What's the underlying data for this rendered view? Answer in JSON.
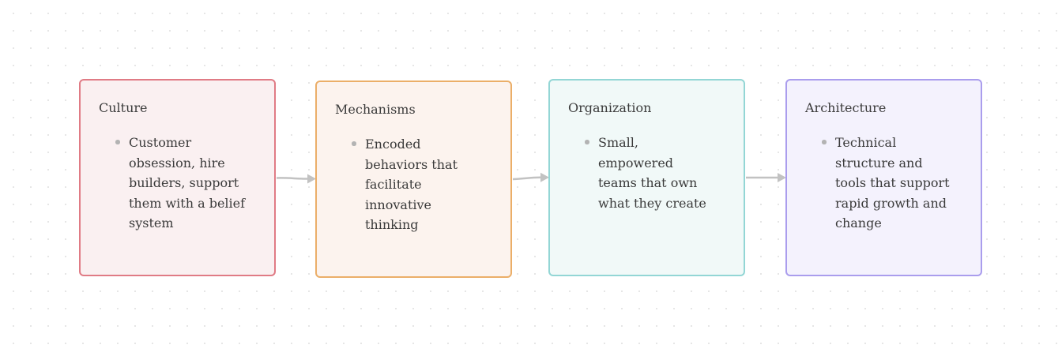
{
  "diagram": {
    "cards": [
      {
        "title": "Culture",
        "items": [
          "Customer obsession, hire builders, support them with a belief system"
        ],
        "border_color": "#e07b85",
        "fill_color": "#faf0f1"
      },
      {
        "title": "Mechanisms",
        "items": [
          "Encoded behaviors that facilitate innovative thinking"
        ],
        "border_color": "#ebae68",
        "fill_color": "#fcf3ee"
      },
      {
        "title": "Organization",
        "items": [
          "Small, empowered teams that own what they create"
        ],
        "border_color": "#93d6d5",
        "fill_color": "#f1f9f8"
      },
      {
        "title": "Architecture",
        "items": [
          "Technical structure and tools that support rapid growth and change"
        ],
        "border_color": "#aa9ded",
        "fill_color": "#f4f2fd"
      }
    ],
    "connector_color": "#c2c2c2",
    "bullet_color": "#b3b3b3"
  }
}
